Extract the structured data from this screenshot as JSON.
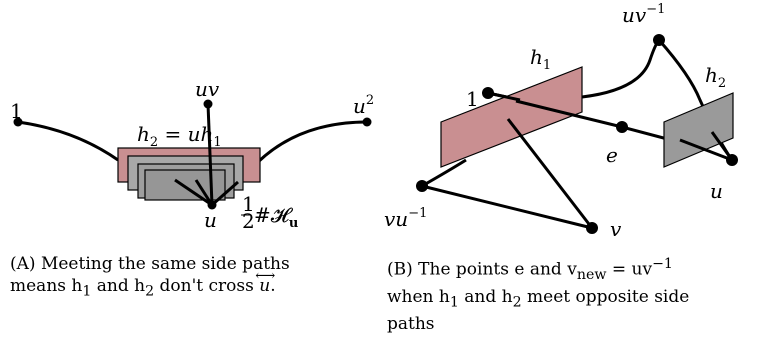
{
  "panel_a": {
    "labels": {
      "one": "1",
      "uv": "uv",
      "u_sq": "u",
      "u_sq_exp": "2",
      "h2_eq": "h",
      "h2_sub": "2",
      "eq_rest": " = uh",
      "h1_sub": "1",
      "u": "u",
      "half_hash": "#𝓗",
      "half_num": "1",
      "half_den": "2",
      "hash_sub": "u"
    },
    "caption": {
      "tag": "(A)",
      "line1": "Meeting the same side paths",
      "line2_prefix": "means h",
      "line2_sub1": "1",
      "line2_mid": " and h",
      "line2_sub2": "2",
      "line2_suffix": " don't cross ",
      "line2_arrow_var": "u",
      "line2_end": "."
    },
    "colors": {
      "plate_pink": "#c98f91",
      "plate_gray": "#9a9a9a"
    }
  },
  "panel_b": {
    "labels": {
      "one": "1",
      "h1": "h",
      "h1_sub": "1",
      "h2": "h",
      "h2_sub": "2",
      "uv_inv": "uv",
      "uv_inv_exp": "−1",
      "e": "e",
      "u": "u",
      "vu_inv": "vu",
      "vu_inv_exp": "−1",
      "v": "v"
    },
    "caption": {
      "tag": "(B)",
      "line1_prefix": "The points e and v",
      "line1_sub": "new",
      "line1_suffix": " = uv",
      "line1_exp": "−1",
      "line2": "when h",
      "line2_sub1": "1",
      "line2_mid": " and h",
      "line2_sub2": "2",
      "line2_end": " meet opposite side",
      "line3": "paths"
    }
  }
}
